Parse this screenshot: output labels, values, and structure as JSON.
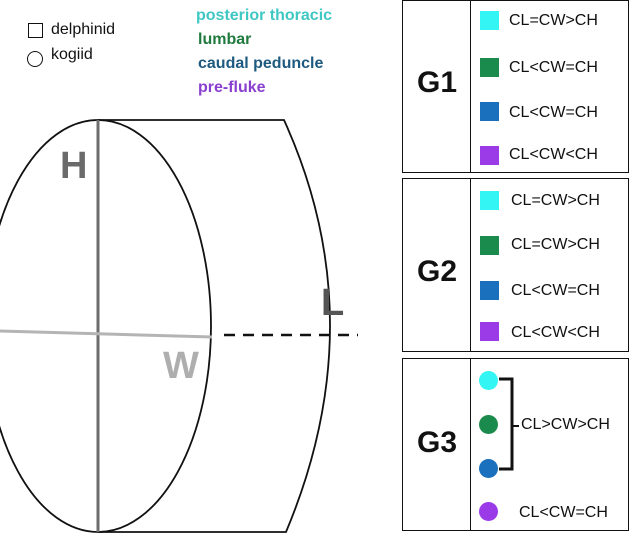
{
  "legend": {
    "shapes": [
      {
        "label": "delphinid",
        "icon": "square-icon"
      },
      {
        "label": "kogiid",
        "icon": "circle-icon"
      }
    ],
    "regions": [
      {
        "label": "posterior thoracic",
        "color": "#3fc7c3"
      },
      {
        "label": "lumbar",
        "color": "#1f7a3e"
      },
      {
        "label": "caudal peduncle",
        "color": "#1e5a80"
      },
      {
        "label": "pre-fluke",
        "color": "#8a3fd0"
      }
    ]
  },
  "diagram": {
    "labels": {
      "height": "H",
      "width": "W",
      "length": "L"
    },
    "colors": {
      "height_axis": "#6d6d6d",
      "width_axis": "#b4b4b4",
      "length_label": "#555555",
      "h_label": "#6a6a6a",
      "w_label": "#aeaeae"
    }
  },
  "groups": [
    {
      "label": "G1",
      "rows": [
        {
          "color": "#33f6f4",
          "rule": "CL=CW>CH"
        },
        {
          "color": "#1a8b4c",
          "rule": "CL<CW=CH"
        },
        {
          "color": "#1a70bd",
          "rule": "CL<CW=CH"
        },
        {
          "color": "#9b3be8",
          "rule": "CL<CW<CH"
        }
      ]
    },
    {
      "label": "G2",
      "rows": [
        {
          "color": "#33f6f4",
          "rule": "CL=CW>CH"
        },
        {
          "color": "#1a8b4c",
          "rule": "CL=CW>CH"
        },
        {
          "color": "#1a70bd",
          "rule": "CL<CW=CH"
        },
        {
          "color": "#9b3be8",
          "rule": "CL<CW<CH"
        }
      ]
    },
    {
      "label": "G3",
      "bracket_rule": "CL>CW>CH",
      "bracket_colors": [
        "#33f6f4",
        "#1a8b4c",
        "#1a70bd"
      ],
      "last": {
        "color": "#9b3be8",
        "rule": "CL<CW=CH"
      }
    }
  ]
}
